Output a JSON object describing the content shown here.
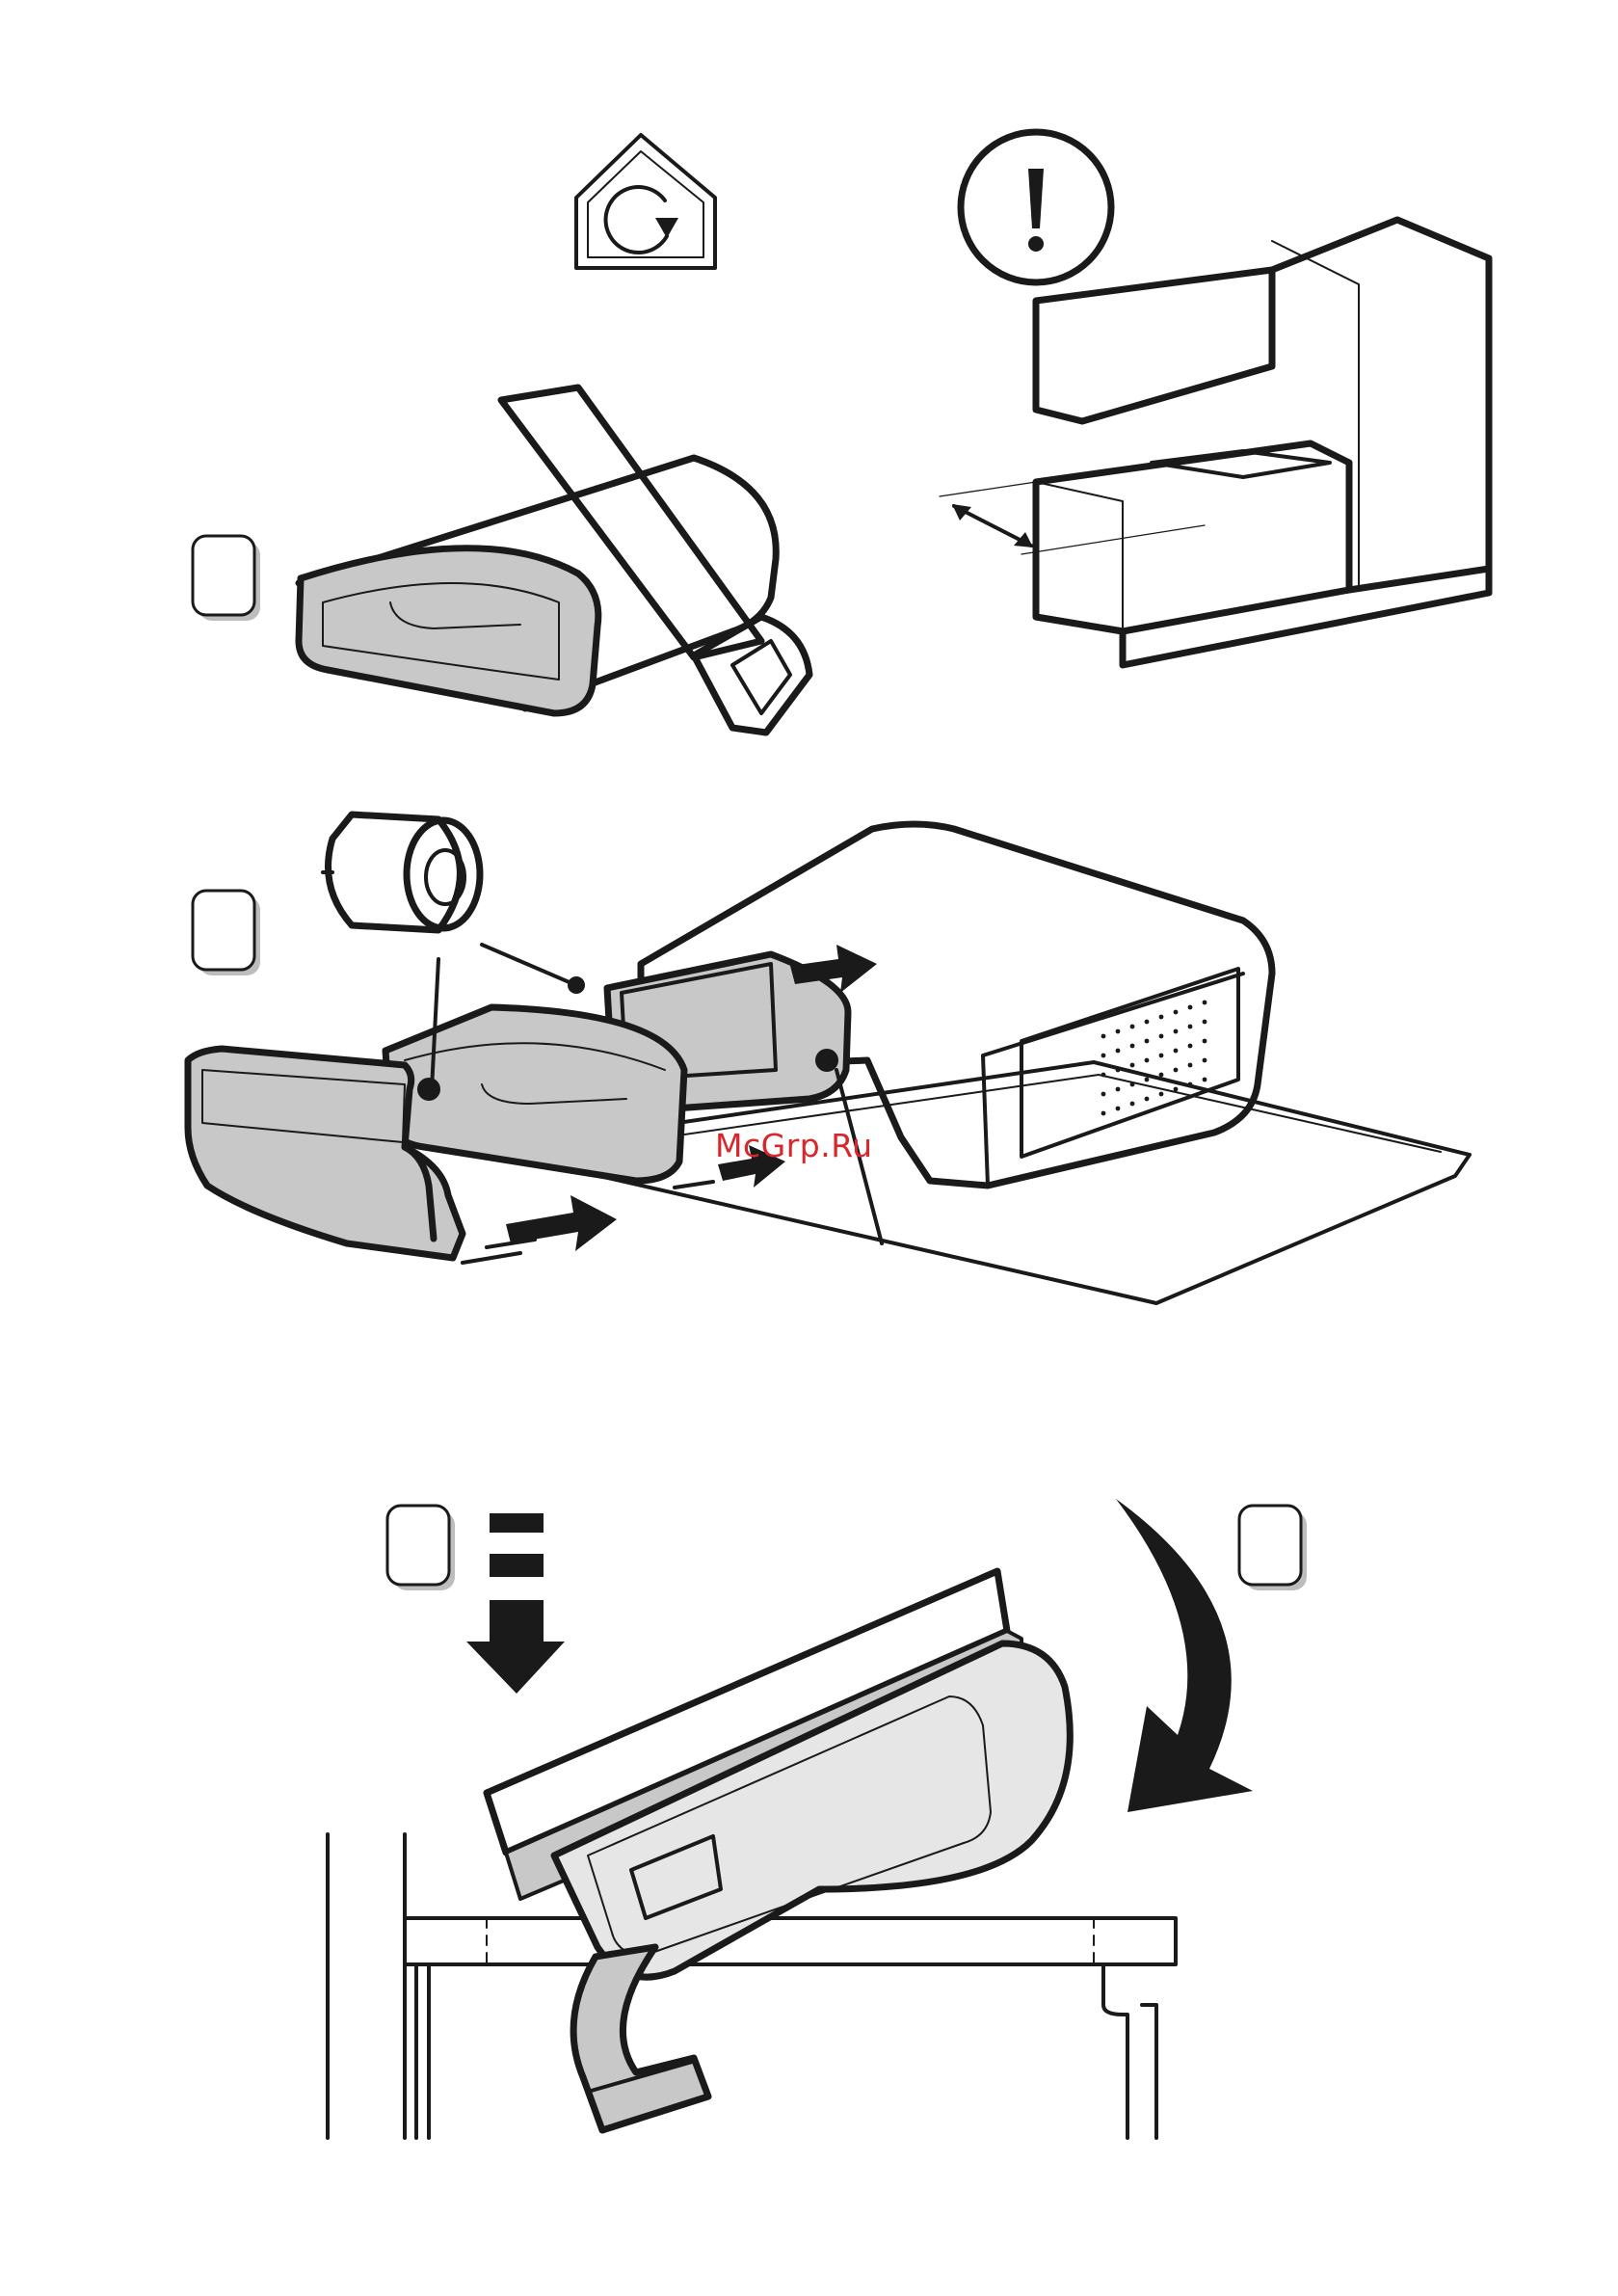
{
  "watermark": {
    "text": "McGrp.Ru",
    "color": "#d9262b"
  },
  "steps": [
    {
      "id": "step-1",
      "label": ""
    },
    {
      "id": "step-2",
      "label": ""
    },
    {
      "id": "step-3",
      "label": ""
    },
    {
      "id": "step-4",
      "label": ""
    }
  ],
  "icons": {
    "house_rotate": "house-rotate-icon",
    "warning": "exclamation-warning-icon"
  },
  "colors": {
    "ink": "#1a1a1a",
    "duct_fill": "#c8c8c8",
    "paper": "#ffffff"
  }
}
